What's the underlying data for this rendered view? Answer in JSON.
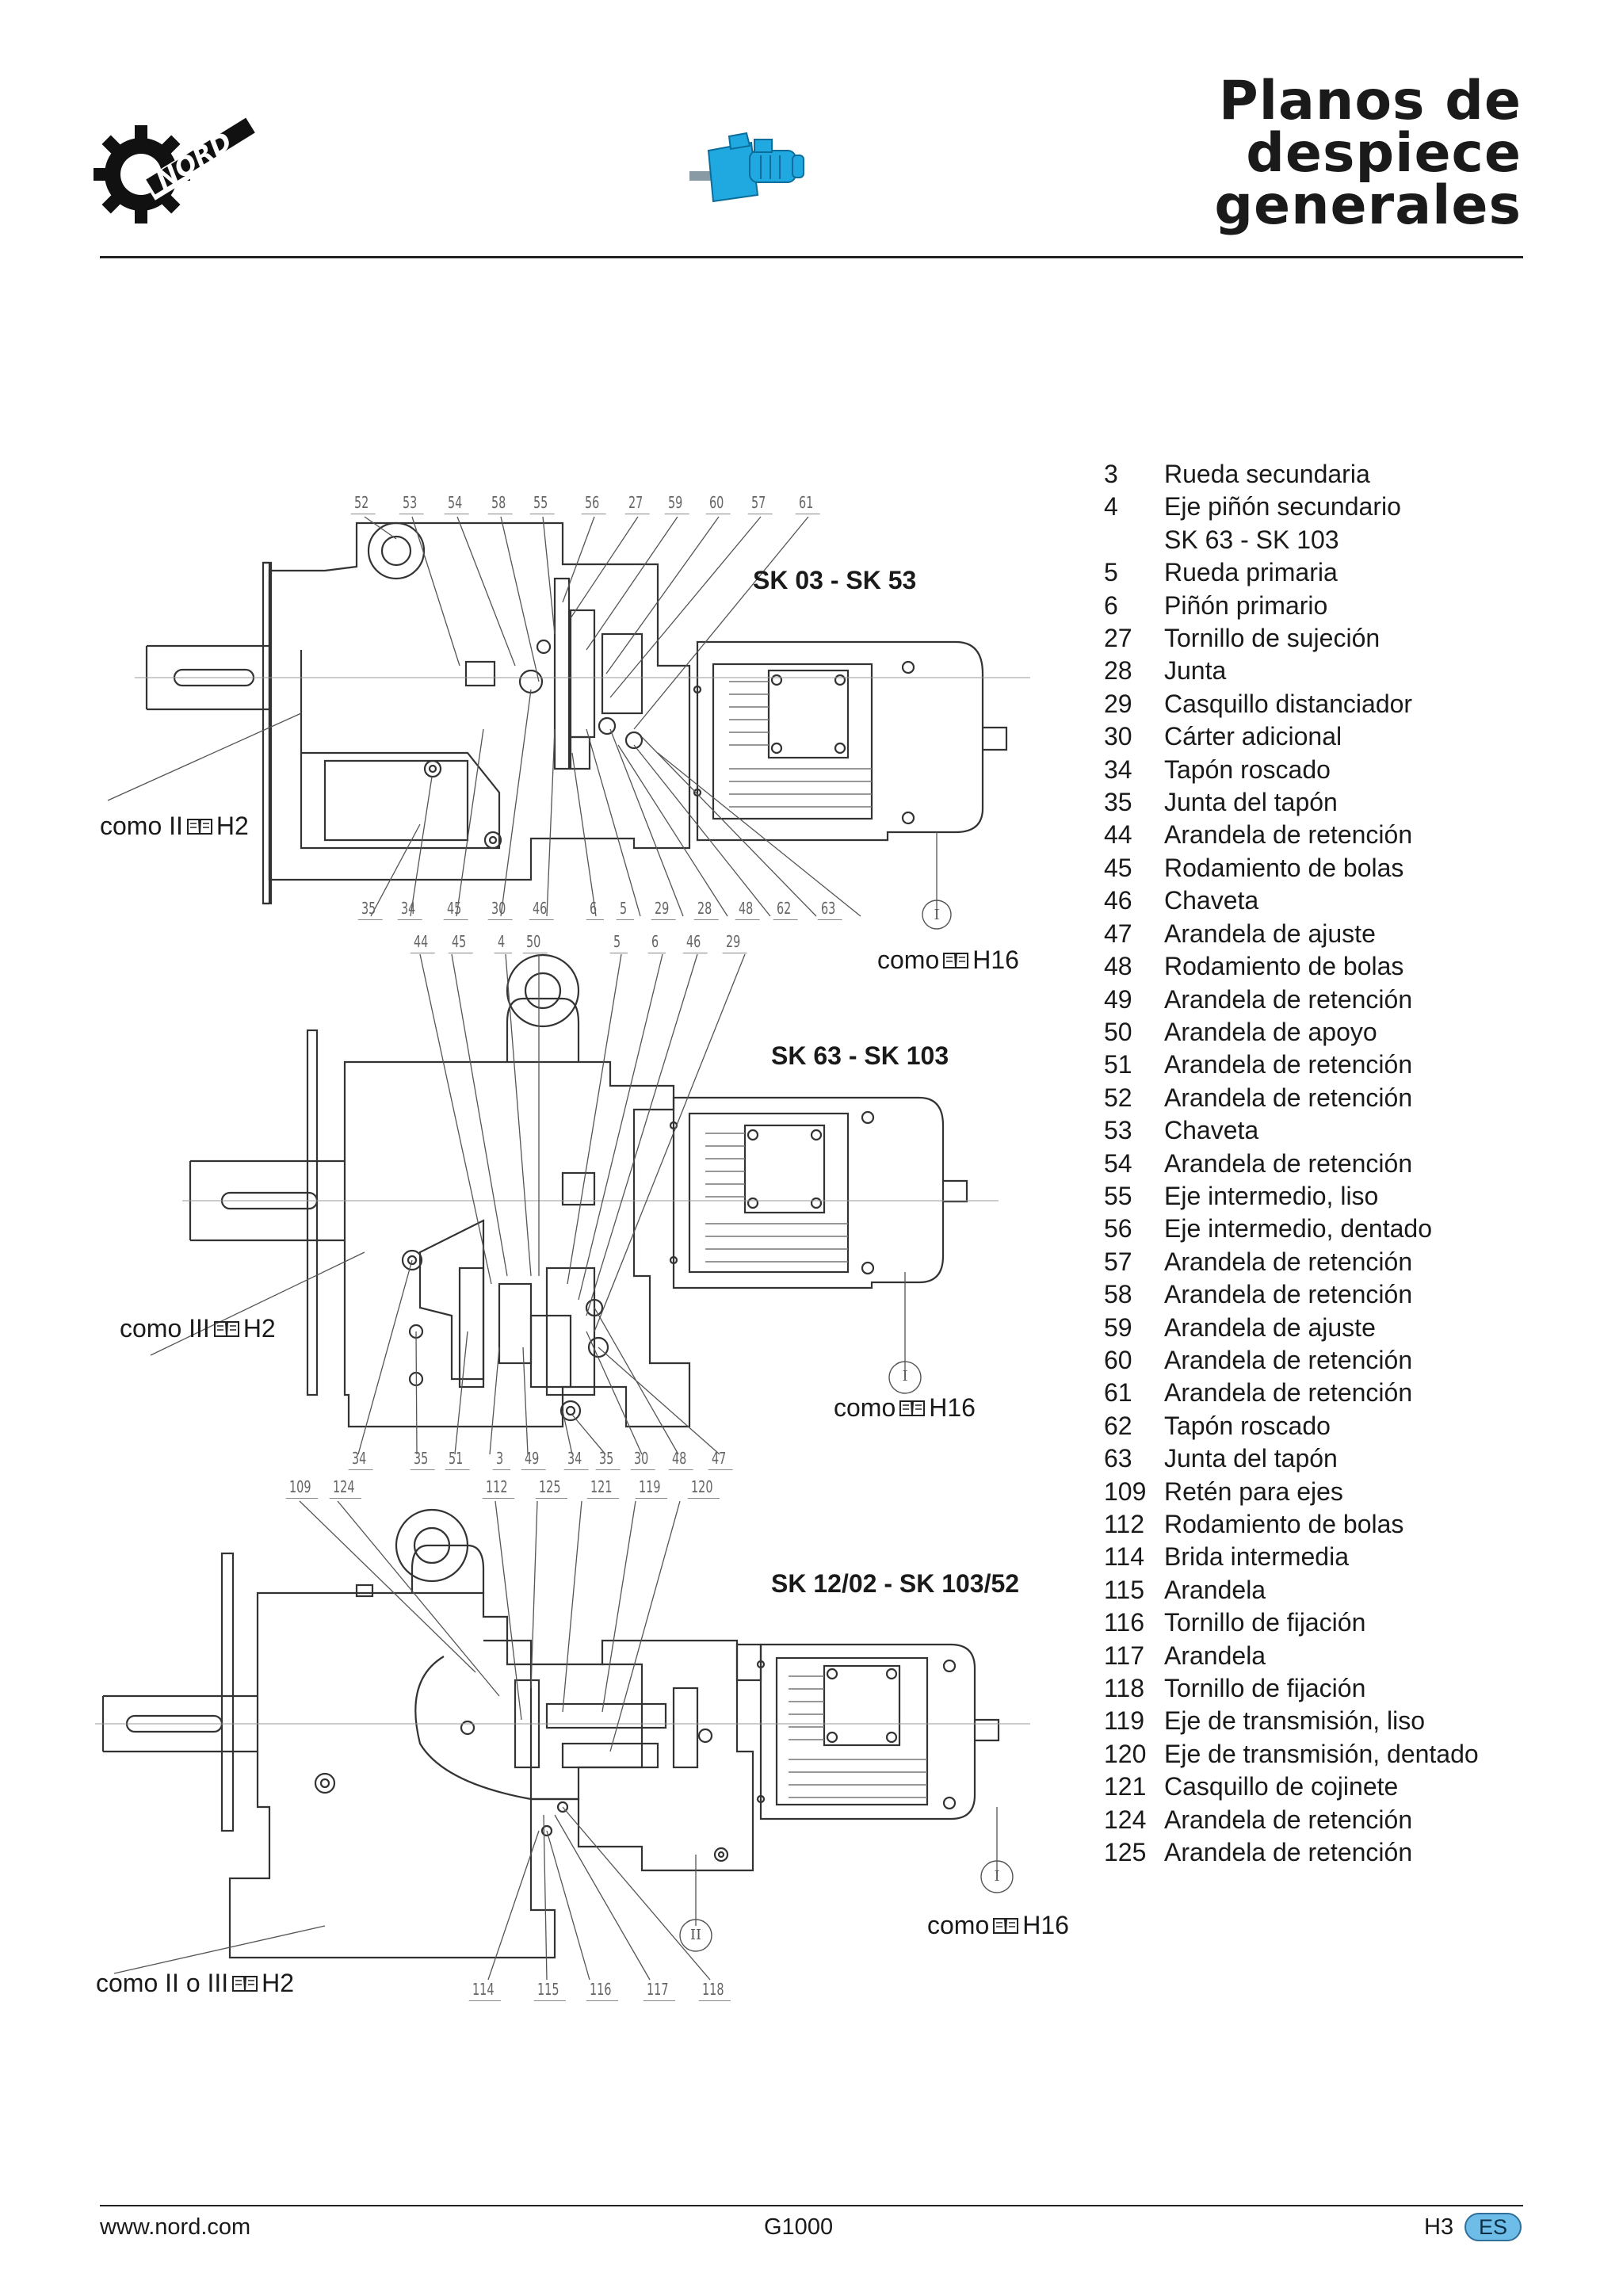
{
  "header": {
    "logo_text": "NORD",
    "title_lines": [
      "Planos de",
      "despiece",
      "generales"
    ]
  },
  "drawings": [
    {
      "title": "SK 03 - SK 53",
      "top_callouts": [
        "52",
        "53",
        "54",
        "58",
        "55",
        "56",
        "27",
        "59",
        "60",
        "57",
        "61"
      ],
      "bottom_callouts": [
        "35",
        "34",
        "45",
        "30",
        "46",
        "6",
        "5",
        "29",
        "28",
        "48",
        "62",
        "63"
      ],
      "ref_left": {
        "text": "como II ",
        "code": "H2"
      },
      "ref_right": {
        "text": "como ",
        "code": "H16"
      },
      "roman": [
        "I"
      ]
    },
    {
      "title": "SK 63 - SK 103",
      "top_callouts": [
        "44",
        "45",
        "4",
        "50",
        "5",
        "6",
        "46",
        "29"
      ],
      "bottom_callouts": [
        "34",
        "35",
        "51",
        "3",
        "49",
        "34",
        "35",
        "30",
        "48",
        "47"
      ],
      "ref_left": {
        "text": "como III ",
        "code": "H2"
      },
      "ref_right": {
        "text": "como ",
        "code": "H16"
      },
      "roman": [
        "I"
      ]
    },
    {
      "title": "SK 12/02 - SK 103/52",
      "top_callouts": [
        "109",
        "124",
        "112",
        "125",
        "121",
        "119",
        "120"
      ],
      "bottom_callouts": [
        "114",
        "115",
        "116",
        "117",
        "118"
      ],
      "ref_left": {
        "text": "como II o III",
        "code": "H2"
      },
      "ref_right": {
        "text": "como ",
        "code": "H16"
      },
      "roman": [
        "II",
        "I"
      ]
    }
  ],
  "parts": [
    {
      "no": "3",
      "name": "Rueda secundaria"
    },
    {
      "no": "4",
      "name": "Eje piñón secundario"
    },
    {
      "no": "",
      "name": "SK 63 - SK 103"
    },
    {
      "no": "5",
      "name": "Rueda primaria"
    },
    {
      "no": "6",
      "name": "Piñón primario"
    },
    {
      "no": "27",
      "name": "Tornillo de sujeción"
    },
    {
      "no": "28",
      "name": "Junta"
    },
    {
      "no": "29",
      "name": "Casquillo distanciador"
    },
    {
      "no": "30",
      "name": "Cárter adicional"
    },
    {
      "no": "34",
      "name": "Tapón roscado"
    },
    {
      "no": "35",
      "name": "Junta del tapón"
    },
    {
      "no": "44",
      "name": "Arandela de retención"
    },
    {
      "no": "45",
      "name": "Rodamiento de bolas"
    },
    {
      "no": "46",
      "name": "Chaveta"
    },
    {
      "no": "47",
      "name": "Arandela de ajuste"
    },
    {
      "no": "48",
      "name": "Rodamiento de bolas"
    },
    {
      "no": "49",
      "name": "Arandela de retención"
    },
    {
      "no": "50",
      "name": "Arandela de apoyo"
    },
    {
      "no": "51",
      "name": "Arandela de retención"
    },
    {
      "no": "52",
      "name": "Arandela de retención"
    },
    {
      "no": "53",
      "name": "Chaveta"
    },
    {
      "no": "54",
      "name": "Arandela de retención"
    },
    {
      "no": "55",
      "name": "Eje intermedio, liso"
    },
    {
      "no": "56",
      "name": "Eje intermedio, dentado"
    },
    {
      "no": "57",
      "name": "Arandela de retención"
    },
    {
      "no": "58",
      "name": "Arandela de retención"
    },
    {
      "no": "59",
      "name": "Arandela de ajuste"
    },
    {
      "no": "60",
      "name": "Arandela de retención"
    },
    {
      "no": "61",
      "name": "Arandela de retención"
    },
    {
      "no": "62",
      "name": "Tapón roscado"
    },
    {
      "no": "63",
      "name": "Junta del tapón"
    },
    {
      "no": "109",
      "name": "Retén para ejes"
    },
    {
      "no": "112",
      "name": "Rodamiento de bolas"
    },
    {
      "no": "114",
      "name": "Brida intermedia"
    },
    {
      "no": "115",
      "name": "Arandela"
    },
    {
      "no": "116",
      "name": "Tornillo de fijación"
    },
    {
      "no": "117",
      "name": "Arandela"
    },
    {
      "no": "118",
      "name": "Tornillo de fijación"
    },
    {
      "no": "119",
      "name": "Eje de transmisión, liso"
    },
    {
      "no": "120",
      "name": "Eje de transmisión, dentado"
    },
    {
      "no": "121",
      "name": "Casquillo de cojinete"
    },
    {
      "no": "124",
      "name": "Arandela de retención"
    },
    {
      "no": "125",
      "name": "Arandela de retención"
    }
  ],
  "footer": {
    "url": "www.nord.com",
    "doc_code": "G1000",
    "page": "H3",
    "language": "ES"
  },
  "colors": {
    "text": "#1a1a1a",
    "line": "#333333",
    "badge_fill": "#6dbde8",
    "product_blue": "#1fa9e0"
  },
  "icons": [
    "nord-gear-logo-icon",
    "gear-motor-product-icon",
    "book-icon"
  ]
}
